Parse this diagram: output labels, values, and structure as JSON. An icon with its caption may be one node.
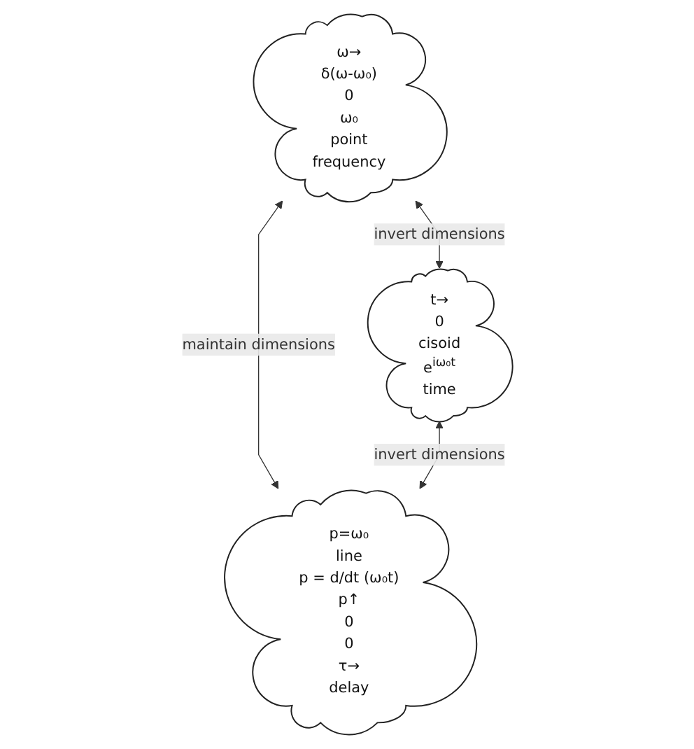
{
  "diagram": {
    "nodes": [
      {
        "text": [
          "ω→",
          "δ(ω-ω₀)",
          "0",
          "ω₀",
          "point",
          "frequency"
        ]
      },
      {
        "text": [
          "t→",
          "0",
          "cisoid",
          "e$^{iω₀t}$",
          "time"
        ]
      },
      {
        "text": [
          "p=ω₀",
          "line",
          "p = d/dt (ω₀t)",
          "p↑",
          "0",
          "0",
          "τ→",
          "delay"
        ]
      }
    ],
    "edges": [
      {
        "from": 0,
        "to": 1,
        "arrow": "both",
        "label": "invert dimensions"
      },
      {
        "from": 0,
        "to": 2,
        "arrow": "both",
        "label": "maintain dimensions"
      },
      {
        "from": 1,
        "to": 2,
        "arrow": "both",
        "label": "invert dimensions"
      }
    ]
  }
}
